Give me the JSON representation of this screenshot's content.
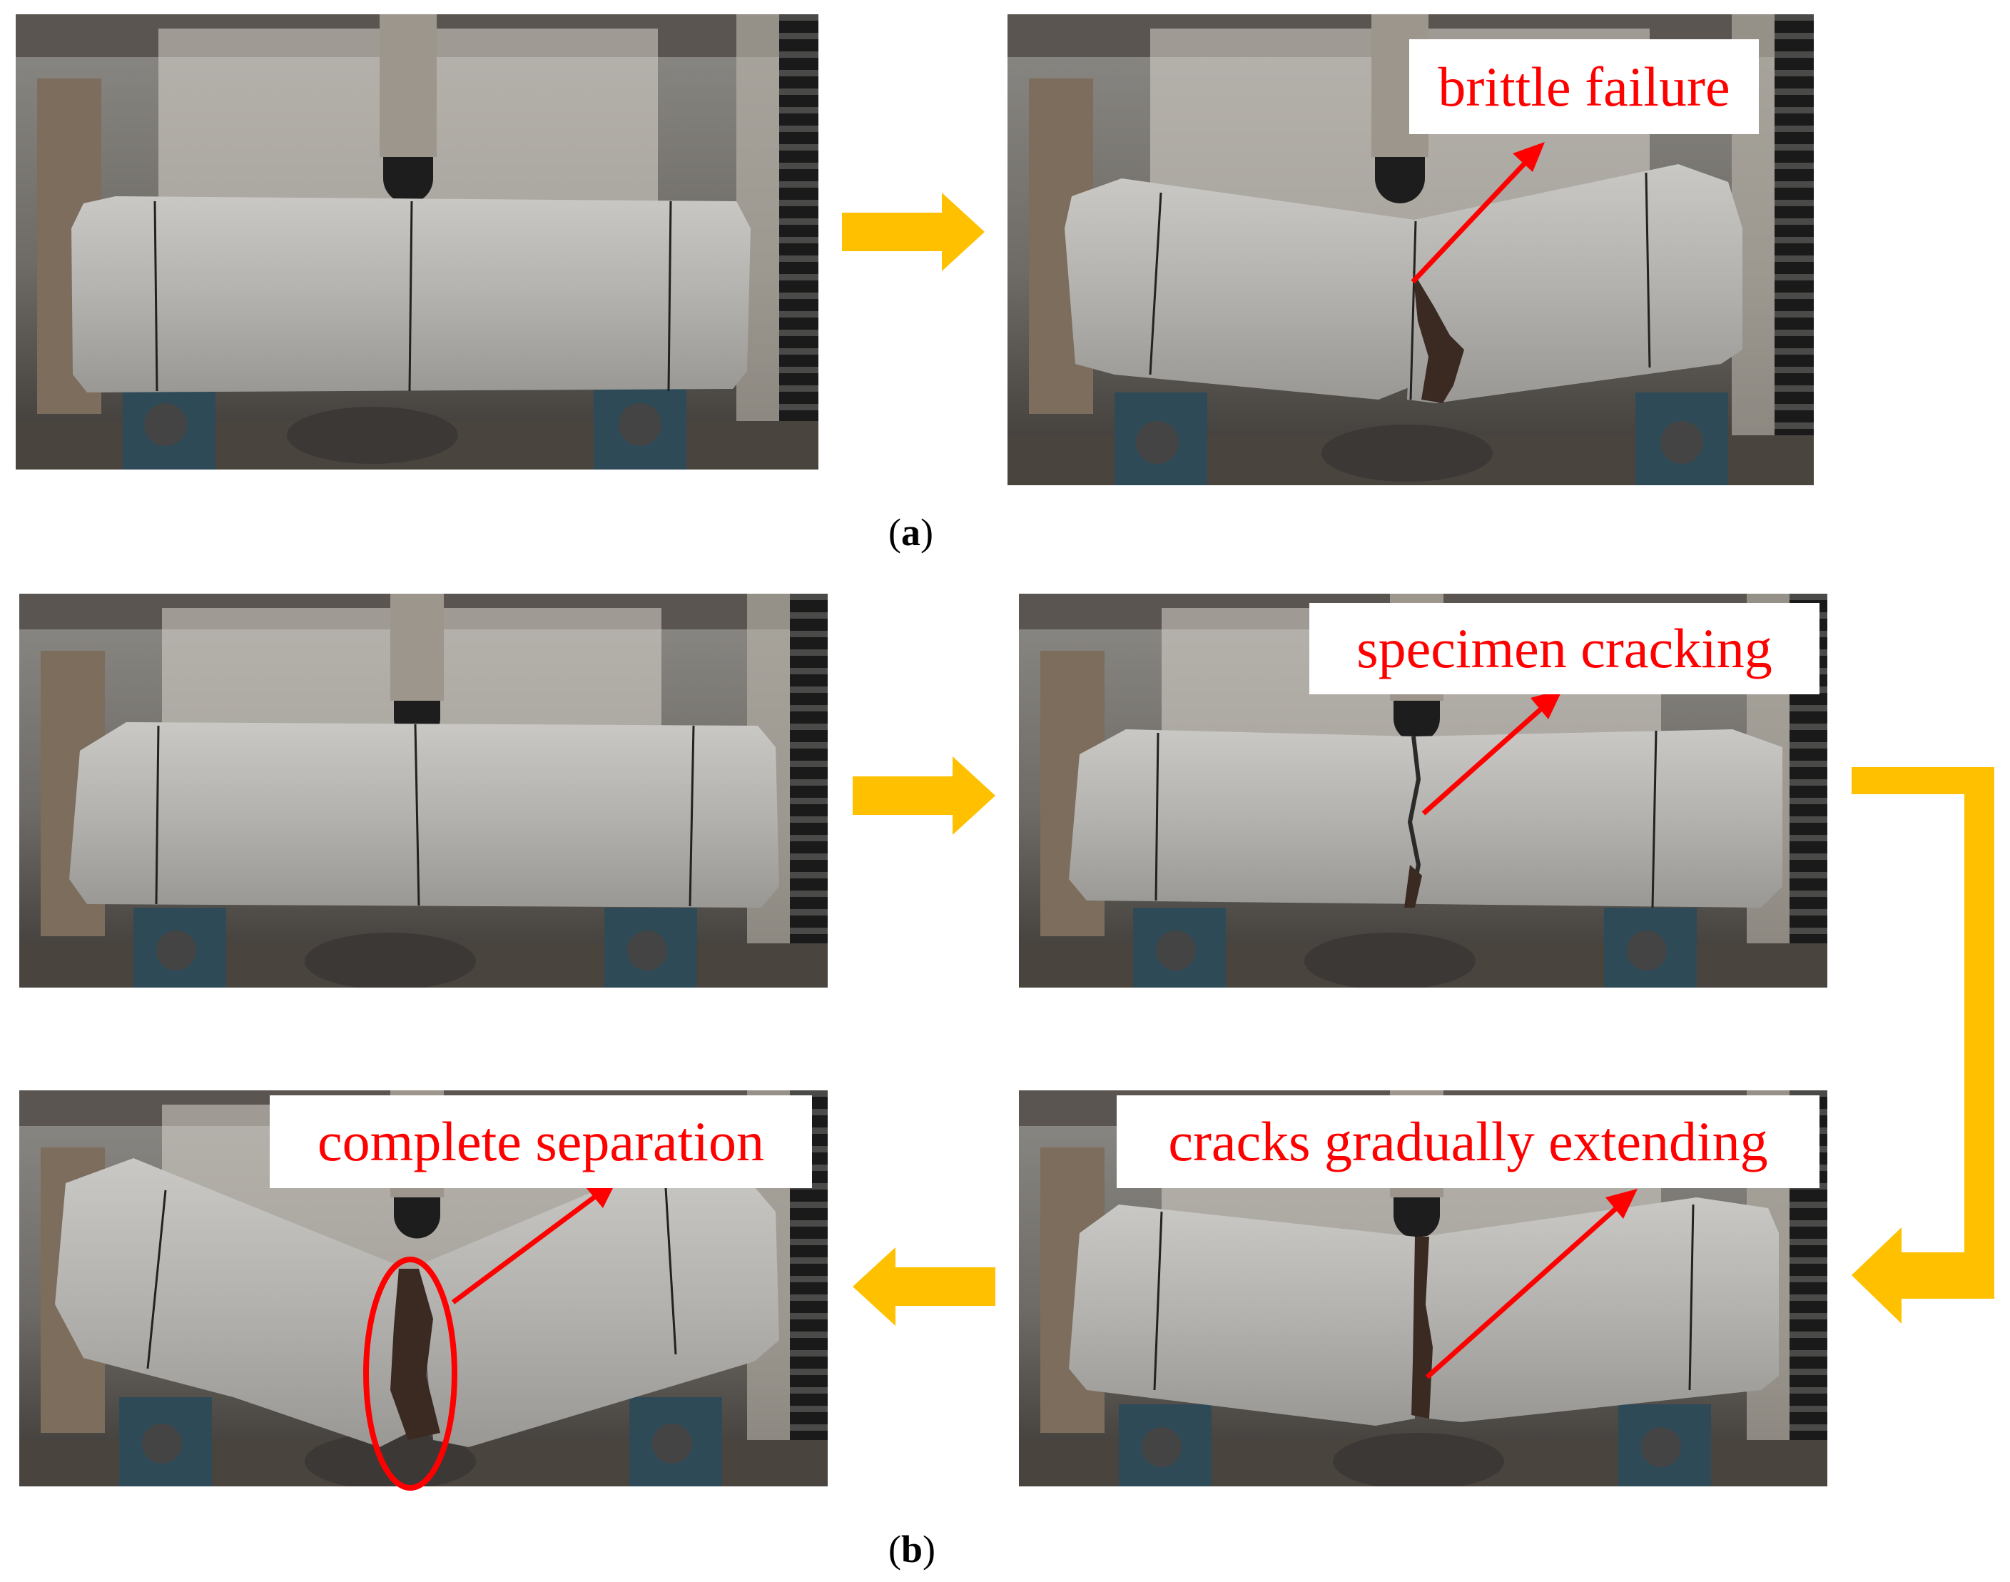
{
  "figure": {
    "part_a": {
      "label": "a",
      "annotation": "brittle failure"
    },
    "part_b": {
      "label": "b",
      "annotations": {
        "cracking": "specimen cracking",
        "extending": "cracks gradually extending",
        "separation": "complete separation"
      }
    },
    "colors": {
      "annotation_text": "#ff0000",
      "arrow_flow": "#ffc000",
      "pointer": "#ff0000",
      "concrete": "#b4b4b2"
    }
  }
}
